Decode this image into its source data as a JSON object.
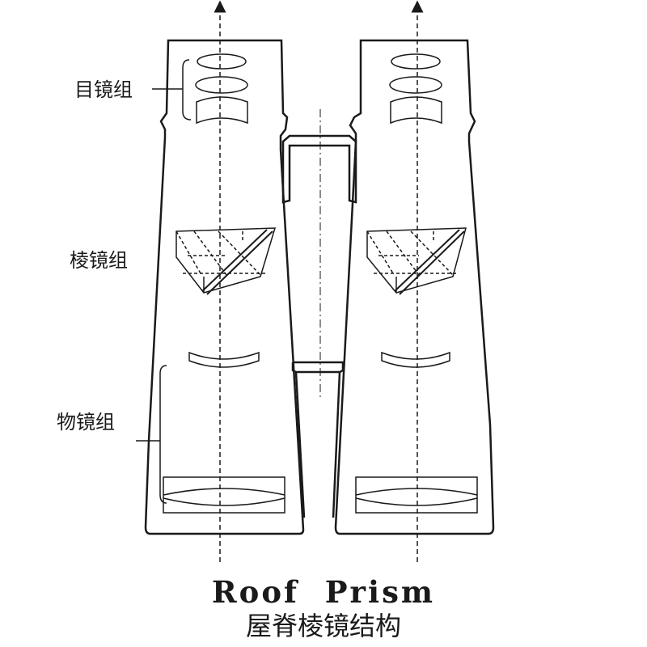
{
  "labels": {
    "eyepiece": "目镜组",
    "prism": "棱镜组",
    "objective": "物镜组"
  },
  "title": {
    "en": "Roof  Prism",
    "zh": "屋脊棱镜结构"
  },
  "colors": {
    "line": "#1a1a1a",
    "background": "#ffffff"
  }
}
